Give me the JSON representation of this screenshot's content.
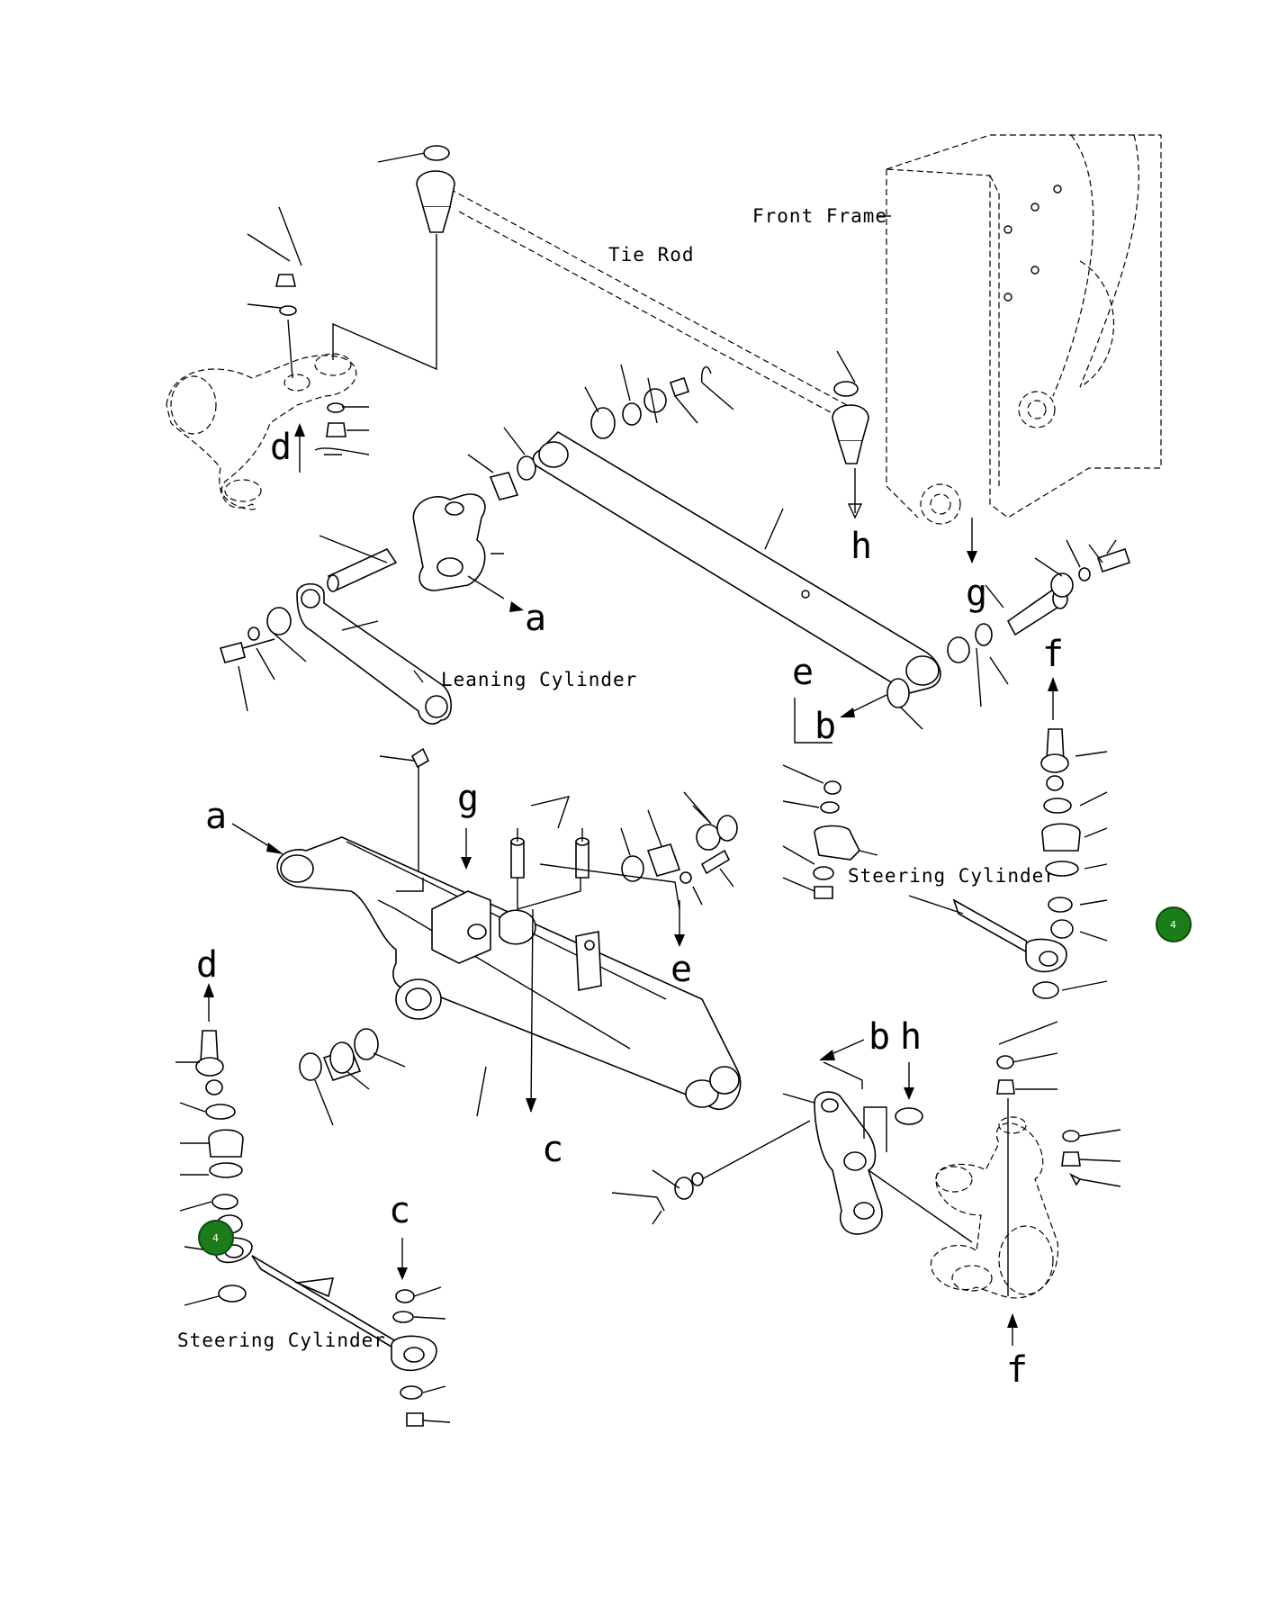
{
  "labels": {
    "front_frame": "Front Frame",
    "tie_rod": "Tie Rod",
    "leaning_cylinder": "Leaning Cylinder",
    "steering_cylinder_right": "Steering Cylinder",
    "steering_cylinder_left": "Steering Cylinder"
  },
  "reference_letters": {
    "a": "a",
    "b": "b",
    "c": "c",
    "d": "d",
    "e": "e",
    "f": "f",
    "g": "g",
    "h": "h"
  },
  "markers": {
    "right": "4",
    "left": "4"
  },
  "colors": {
    "line": "#000000",
    "marker": "#1a7d1a"
  }
}
